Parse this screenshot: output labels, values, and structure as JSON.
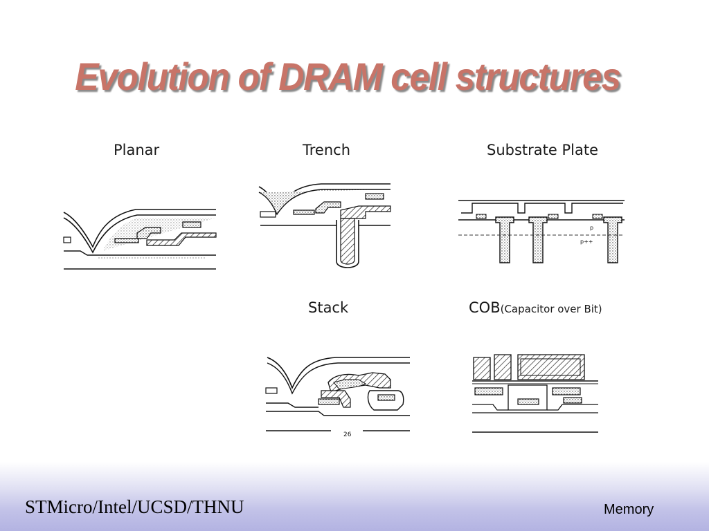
{
  "slide": {
    "title": "Evolution of DRAM cell structures",
    "labels": {
      "planar": "Planar",
      "trench": "Trench",
      "substrate_plate": "Substrate Plate",
      "stack": "Stack",
      "cob_main": "COB",
      "cob_detail": "(Capacitor over Bit)"
    },
    "annotations": {
      "p_label": "p",
      "ppp_label": "p++",
      "page_number": "26"
    }
  },
  "footer": {
    "left": "STMicro/Intel/UCSD/THNU",
    "right": "Memory"
  }
}
